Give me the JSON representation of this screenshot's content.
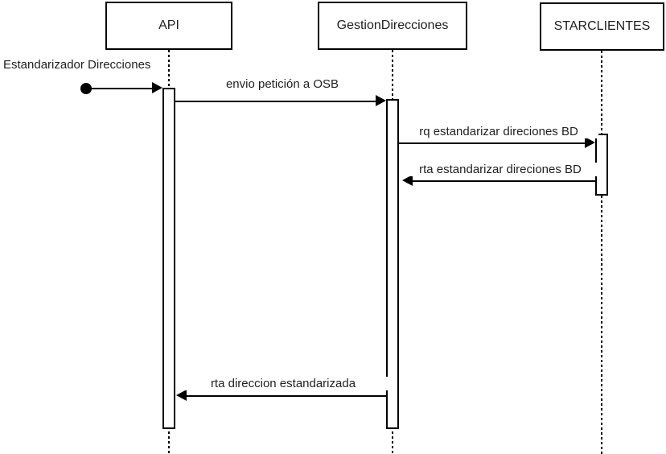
{
  "diagram": {
    "type": "uml-sequence",
    "background": "#ffffff",
    "line_color": "#000000",
    "text_color": "#1f1f1f"
  },
  "actors": [
    {
      "name": "API"
    },
    {
      "name": "GestionDirecciones"
    },
    {
      "name": "STARCLIENTES"
    }
  ],
  "start": {
    "label": "Estandarizador Direcciones",
    "marker": "filled-circle",
    "to": "API"
  },
  "messages": [
    {
      "label": "envio petición a OSB",
      "from": "API",
      "to": "GestionDirecciones",
      "direction": "right"
    },
    {
      "label": "rq estandarizar direciones BD",
      "from": "GestionDirecciones",
      "to": "STARCLIENTES",
      "direction": "right"
    },
    {
      "label": "rta estandarizar direciones BD",
      "from": "STARCLIENTES",
      "to": "GestionDirecciones",
      "direction": "left"
    },
    {
      "label": "rta direccion estandarizada",
      "from": "GestionDirecciones",
      "to": "API",
      "direction": "left"
    }
  ]
}
